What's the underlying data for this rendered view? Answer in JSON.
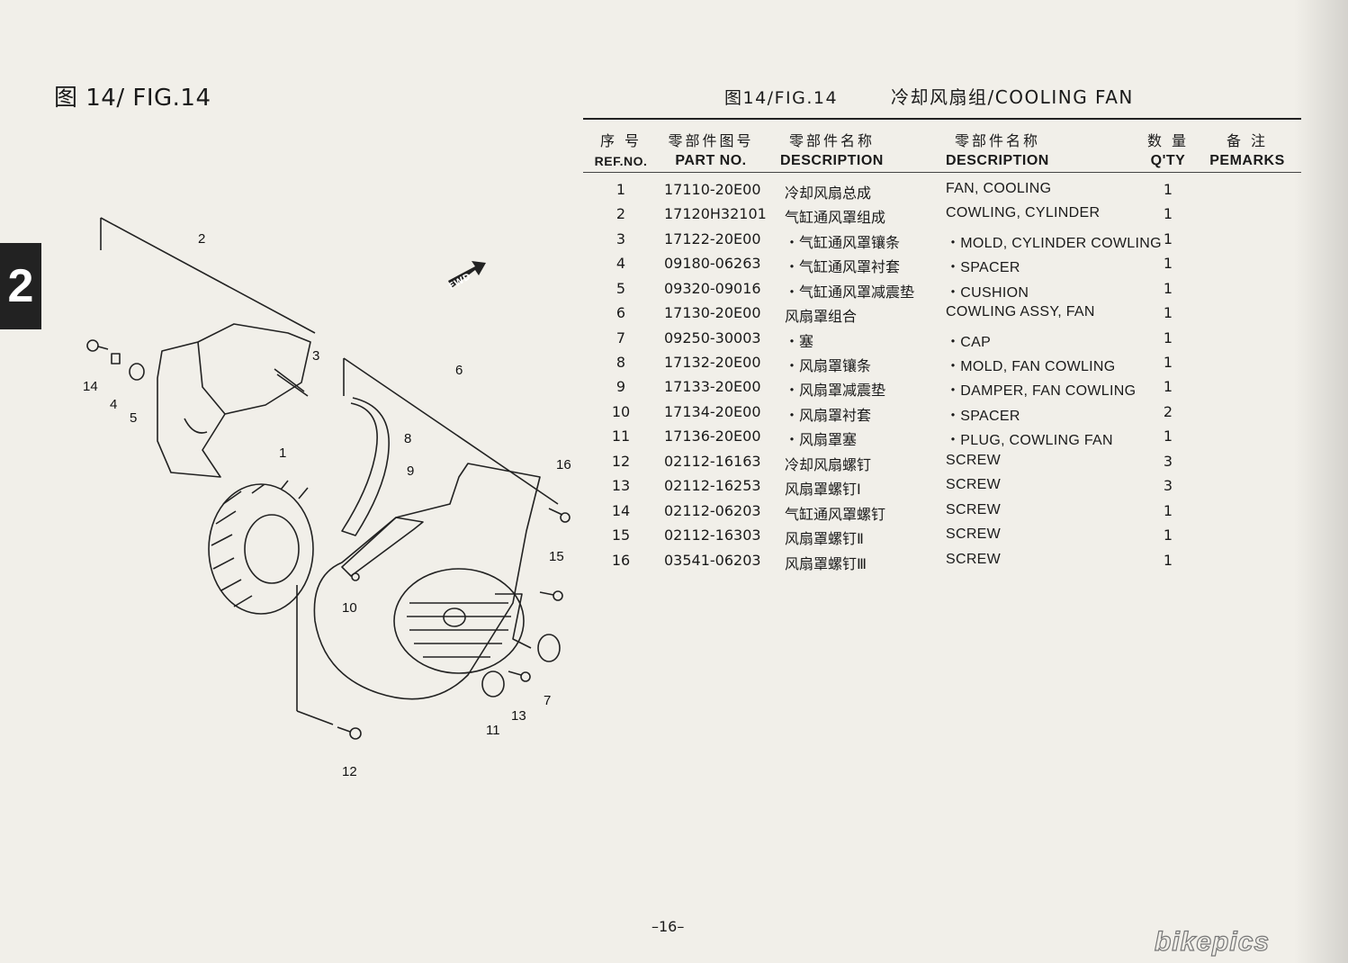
{
  "page": {
    "fig_label_left": "图 14/ FIG.14",
    "section_number": "2",
    "fig_label_right": "图14/FIG.14",
    "fig_name": "冷却风扇组/COOLING FAN",
    "page_number": "–16–",
    "logo_text": "bikepics"
  },
  "table": {
    "headers": {
      "ref_zh": "序 号",
      "ref_en": "REF.NO.",
      "part_zh": "零部件图号",
      "part_en": "PART NO.",
      "desc_zh": "零部件名称",
      "desc_en": "DESCRIPTION",
      "desc2_zh": "零部件名称",
      "desc2_en": "DESCRIPTION",
      "qty_zh": "数 量",
      "qty_en": "Q'TY",
      "remarks_zh": "备 注",
      "remarks_en": "PEMARKS"
    },
    "rows": [
      {
        "ref": "1",
        "part_no": "17110-20E00",
        "name_zh": "冷却风扇总成",
        "description": "FAN, COOLING",
        "qty": "1"
      },
      {
        "ref": "2",
        "part_no": "17120H32101",
        "name_zh": "气缸通风罩组成",
        "description": "COWLING, CYLINDER",
        "qty": "1"
      },
      {
        "ref": "3",
        "part_no": "17122-20E00",
        "name_zh": "・气缸通风罩镶条",
        "description": "・MOLD, CYLINDER COWLING",
        "qty": "1"
      },
      {
        "ref": "4",
        "part_no": "09180-06263",
        "name_zh": "・气缸通风罩衬套",
        "description": "・SPACER",
        "qty": "1"
      },
      {
        "ref": "5",
        "part_no": "09320-09016",
        "name_zh": "・气缸通风罩减震垫",
        "description": "・CUSHION",
        "qty": "1"
      },
      {
        "ref": "6",
        "part_no": "17130-20E00",
        "name_zh": "风扇罩组合",
        "description": "COWLING ASSY, FAN",
        "qty": "1"
      },
      {
        "ref": "7",
        "part_no": "09250-30003",
        "name_zh": "・塞",
        "description": "・CAP",
        "qty": "1"
      },
      {
        "ref": "8",
        "part_no": "17132-20E00",
        "name_zh": "・风扇罩镶条",
        "description": "・MOLD, FAN COWLING",
        "qty": "1"
      },
      {
        "ref": "9",
        "part_no": "17133-20E00",
        "name_zh": "・风扇罩减震垫",
        "description": "・DAMPER, FAN COWLING",
        "qty": "1"
      },
      {
        "ref": "10",
        "part_no": "17134-20E00",
        "name_zh": "・风扇罩衬套",
        "description": "・SPACER",
        "qty": "2"
      },
      {
        "ref": "11",
        "part_no": "17136-20E00",
        "name_zh": "・风扇罩塞",
        "description": "・PLUG, COWLING FAN",
        "qty": "1"
      },
      {
        "ref": "12",
        "part_no": "02112-16163",
        "name_zh": "冷却风扇螺钉",
        "description": "SCREW",
        "qty": "3"
      },
      {
        "ref": "13",
        "part_no": "02112-16253",
        "name_zh": "风扇罩螺钉Ⅰ",
        "description": "SCREW",
        "qty": "3"
      },
      {
        "ref": "14",
        "part_no": "02112-06203",
        "name_zh": "气缸通风罩螺钉",
        "description": "SCREW",
        "qty": "1"
      },
      {
        "ref": "15",
        "part_no": "02112-16303",
        "name_zh": "风扇罩螺钉Ⅱ",
        "description": "SCREW",
        "qty": "1"
      },
      {
        "ref": "16",
        "part_no": "03541-06203",
        "name_zh": "风扇罩螺钉Ⅲ",
        "description": "SCREW",
        "qty": "1"
      }
    ]
  },
  "diagram": {
    "fwd_label": "FWD",
    "callouts": [
      "1",
      "2",
      "3",
      "4",
      "5",
      "6",
      "7",
      "8",
      "9",
      "10",
      "11",
      "12",
      "13",
      "14",
      "15",
      "16"
    ]
  }
}
